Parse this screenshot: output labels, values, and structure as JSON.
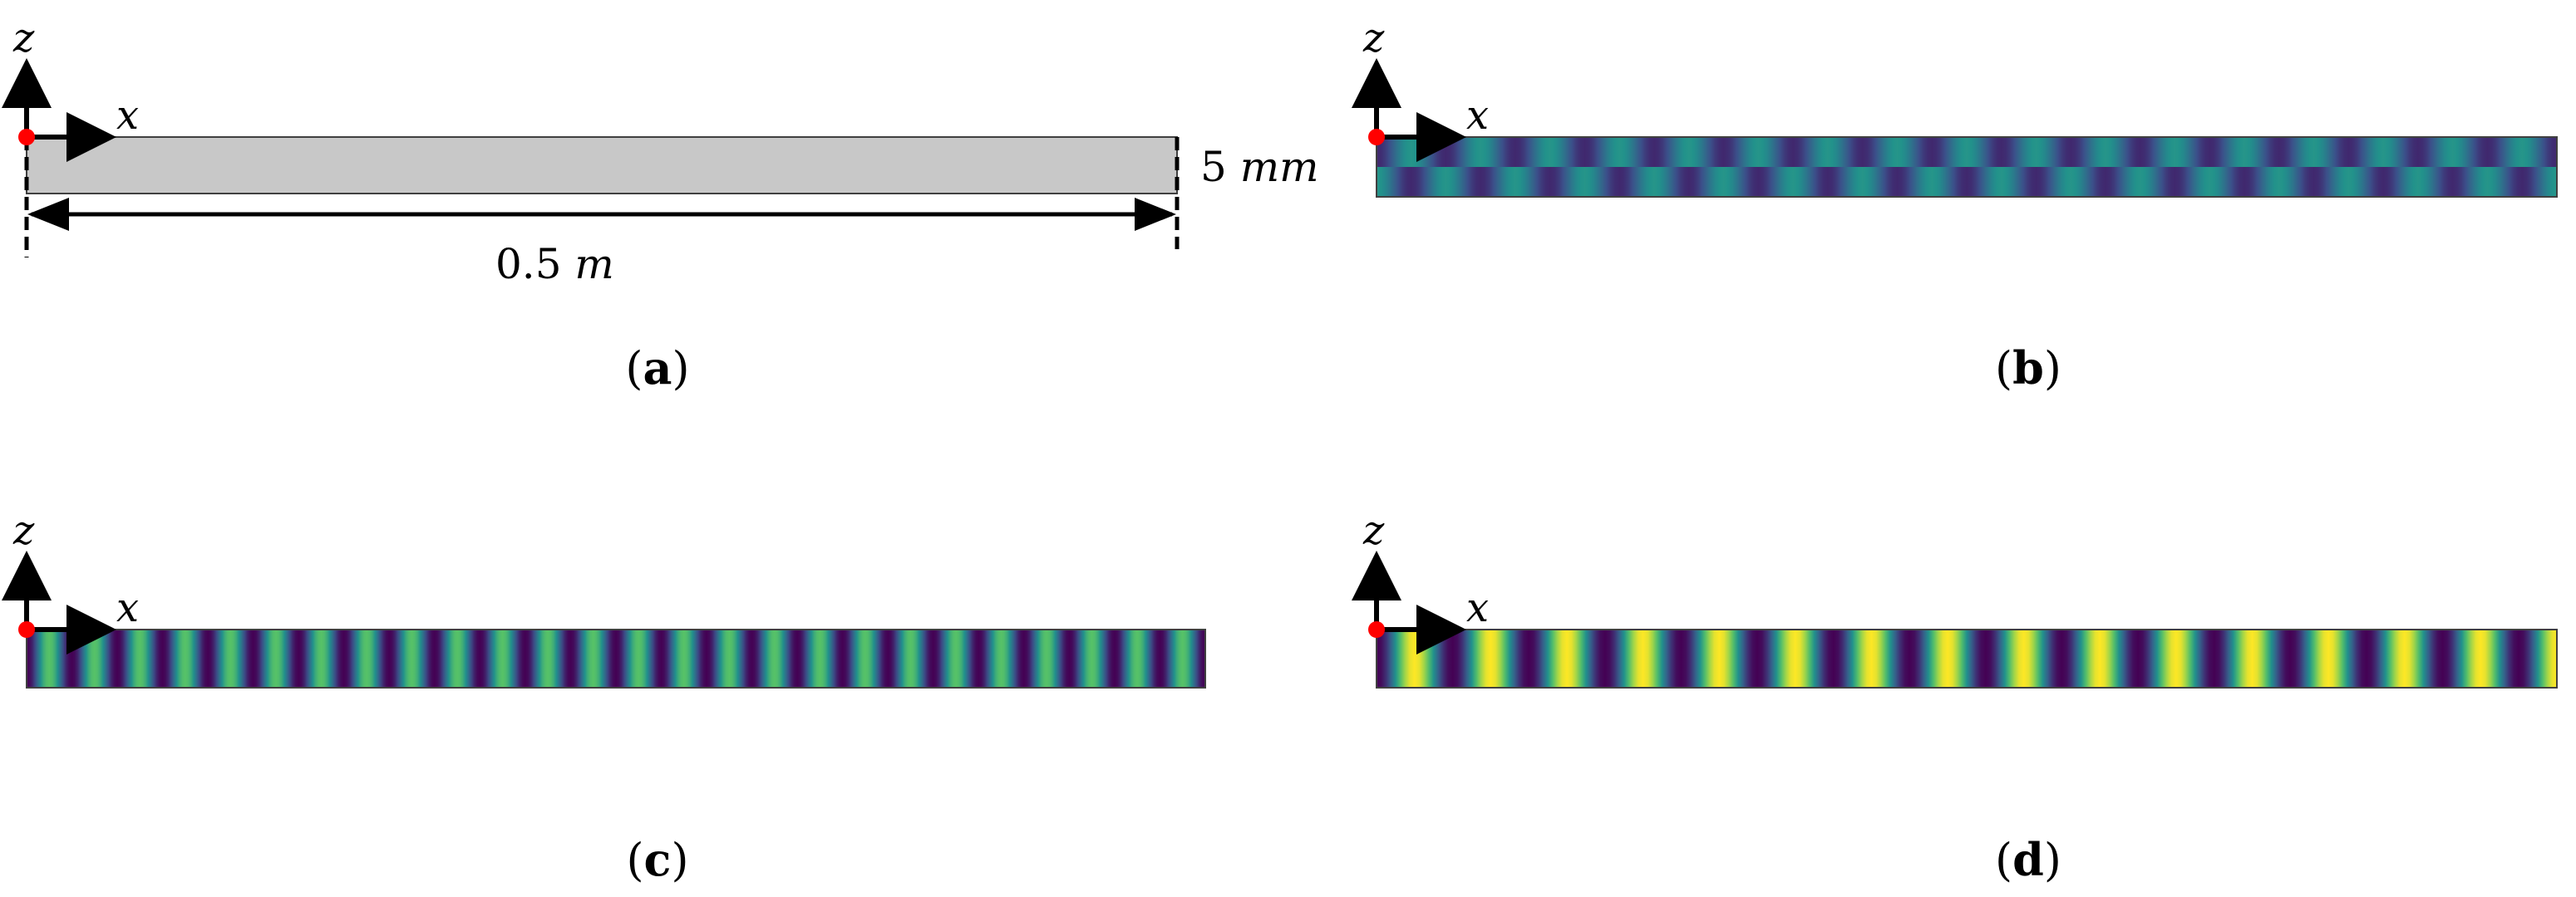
{
  "figure": {
    "panels": [
      {
        "id": "a",
        "caption_open": "(",
        "caption_letter": "a",
        "caption_close": ")",
        "axis_z": "z",
        "axis_x": "x",
        "fill": "#c8c8c8",
        "length_num": "0.5 ",
        "length_unit": "m",
        "thickness_num": "5 ",
        "thickness_unit": "mm"
      },
      {
        "id": "b",
        "caption_open": "(",
        "caption_letter": "b",
        "caption_close": ")",
        "axis_z": "z",
        "axis_x": "x",
        "pattern": {
          "periods": 17,
          "min_level": 0.12,
          "max_level": 0.52,
          "style": "faint-checker"
        }
      },
      {
        "id": "c",
        "caption_open": "(",
        "caption_letter": "c",
        "caption_close": ")",
        "axis_z": "z",
        "axis_x": "x",
        "pattern": {
          "periods": 26,
          "min_level": 0.0,
          "max_level": 0.72,
          "style": "stripes"
        }
      },
      {
        "id": "d",
        "caption_open": "(",
        "caption_letter": "d",
        "caption_close": ")",
        "axis_z": "z",
        "axis_x": "x",
        "pattern": {
          "periods": 15.5,
          "min_level": 0.0,
          "max_level": 1.0,
          "style": "stripes"
        }
      }
    ],
    "colors": {
      "origin_dot": "#ff0000",
      "plate_border": "#404040",
      "viridis": [
        "#440154",
        "#3b528b",
        "#21918c",
        "#5ec962",
        "#fde725"
      ]
    }
  }
}
